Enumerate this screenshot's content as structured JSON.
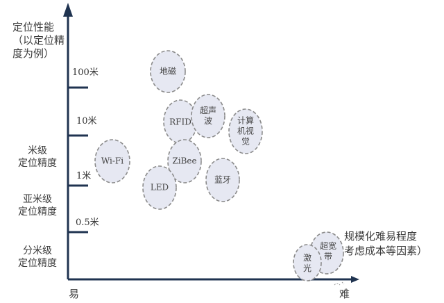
{
  "diagram": {
    "y_axis": {
      "title_lines": [
        "定位性能",
        "（以定位精",
        "度为例）"
      ],
      "ticks": [
        "100米",
        "10米",
        "1米",
        "0.5米"
      ],
      "levels": [
        {
          "lines": [
            "米级",
            "定位精度"
          ]
        },
        {
          "lines": [
            "亚米级",
            "定位精度"
          ]
        },
        {
          "lines": [
            "分米级",
            "定位精度"
          ]
        }
      ]
    },
    "x_axis": {
      "start_label": "易",
      "end_label": "难",
      "title_lines": [
        "规模化难易程度",
        "考虑成本等因素）"
      ]
    },
    "technologies": [
      {
        "id": "geomagnetic",
        "lines": [
          "地磁"
        ]
      },
      {
        "id": "rfid",
        "lines": [
          "RFID"
        ]
      },
      {
        "id": "ultrasonic",
        "lines": [
          "超声",
          "波"
        ]
      },
      {
        "id": "computer-vision",
        "lines": [
          "计算",
          "机视",
          "觉"
        ]
      },
      {
        "id": "wifi",
        "lines": [
          "Wi-Fi"
        ]
      },
      {
        "id": "zigbee",
        "lines": [
          "ZiBee"
        ]
      },
      {
        "id": "led",
        "lines": [
          "LED"
        ]
      },
      {
        "id": "bluetooth",
        "lines": [
          "蓝牙"
        ]
      },
      {
        "id": "uwb",
        "lines": [
          "超宽",
          "带"
        ]
      },
      {
        "id": "laser",
        "lines": [
          "激",
          "光"
        ]
      }
    ],
    "colors": {
      "axis": "#1f3350",
      "bubble_fill": "#e6e8f2",
      "bubble_stroke": "#8a8a8a"
    }
  }
}
